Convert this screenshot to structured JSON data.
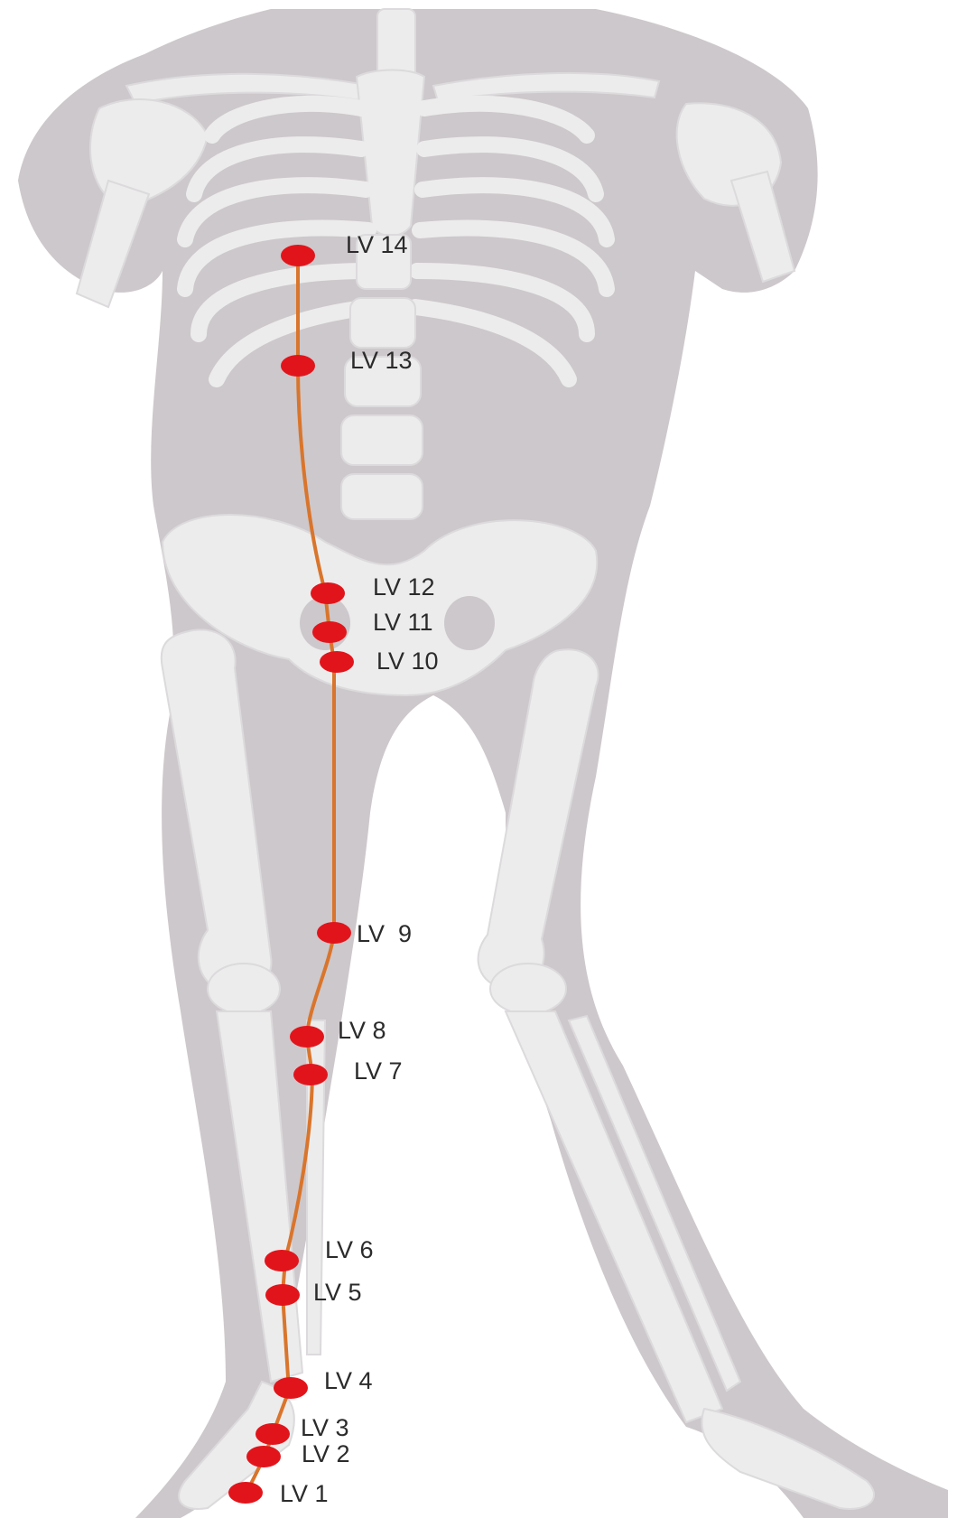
{
  "diagram": {
    "figure": "human-skeleton-front-view",
    "meridian": "liver-meridian",
    "colors": {
      "background": "#ffffff",
      "body": "#cdc8cb",
      "bone": "#ececec",
      "bone_shadow": "#d9d6d8",
      "meridian_line": "#d9752c",
      "point": "#e2141b",
      "label": "#2b2b2b"
    },
    "points": [
      {
        "id": "lv14",
        "label": "LV 14"
      },
      {
        "id": "lv13",
        "label": "LV 13"
      },
      {
        "id": "lv12",
        "label": "LV 12"
      },
      {
        "id": "lv11",
        "label": "LV 11"
      },
      {
        "id": "lv10",
        "label": "LV 10"
      },
      {
        "id": "lv9",
        "label": "LV  9"
      },
      {
        "id": "lv8",
        "label": "LV 8"
      },
      {
        "id": "lv7",
        "label": "LV 7"
      },
      {
        "id": "lv6",
        "label": "LV 6"
      },
      {
        "id": "lv5",
        "label": "LV 5"
      },
      {
        "id": "lv4",
        "label": "LV 4"
      },
      {
        "id": "lv3",
        "label": "LV 3"
      },
      {
        "id": "lv2",
        "label": "LV 2"
      },
      {
        "id": "lv1",
        "label": "LV 1"
      }
    ]
  }
}
